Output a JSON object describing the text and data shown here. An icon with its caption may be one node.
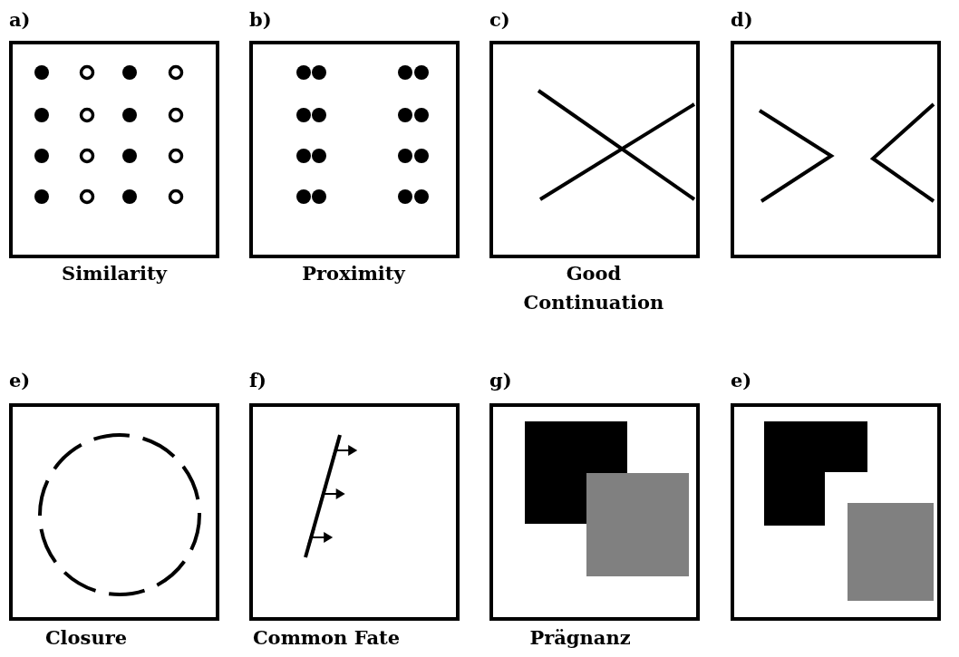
{
  "diagram": {
    "labels": [
      "a)",
      "b)",
      "c)",
      "d)",
      "Similarity",
      "Proximity",
      "Good Continuation",
      "e)",
      "f)",
      "g)",
      "e)",
      "Closure",
      "Common Fate",
      "Prägnanz"
    ]
  }
}
